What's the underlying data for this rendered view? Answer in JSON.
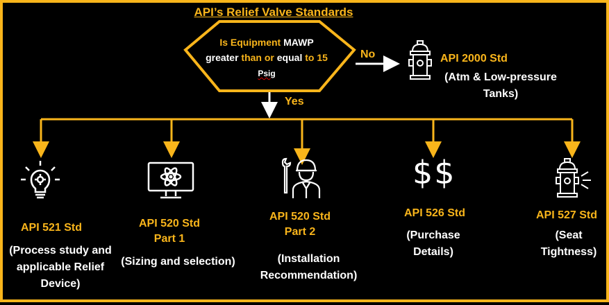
{
  "title": "API’s Relief Valve Standards",
  "decision": {
    "line1_a": "Is Equipment ",
    "line1_b": "MAWP",
    "line2_a": "greater ",
    "line2_b": "than or",
    "line2_c": " equal ",
    "line2_d": "to 15",
    "line3": "Psig",
    "no_label": "No",
    "yes_label": "Yes"
  },
  "no_branch": {
    "std": "API 2000 Std",
    "desc": "(Atm & Low-pressure Tanks)",
    "icon": "fire-hydrant-icon"
  },
  "branches": [
    {
      "std_line1": "API 521 Std",
      "std_line2": "",
      "desc": "(Process study and applicable Relief Device)",
      "icon": "lightbulb-gear-icon"
    },
    {
      "std_line1": "API 520 Std",
      "std_line2": "Part 1",
      "desc": "(Sizing and selection)",
      "icon": "monitor-atom-icon"
    },
    {
      "std_line1": "API 520 Std",
      "std_line2": "Part 2",
      "desc": "(Installation Recommendation)",
      "icon": "engineer-wrench-icon"
    },
    {
      "std_line1": "API 526 Std",
      "std_line2": "",
      "desc": "(Purchase Details)",
      "icon": "dollar-icon"
    },
    {
      "std_line1": "API 527 Std",
      "std_line2": "",
      "desc": "(Seat Tightness)",
      "icon": "leaking-hydrant-icon"
    }
  ],
  "colors": {
    "accent": "#f9b51b",
    "text": "#ffffff",
    "background": "#000000"
  }
}
